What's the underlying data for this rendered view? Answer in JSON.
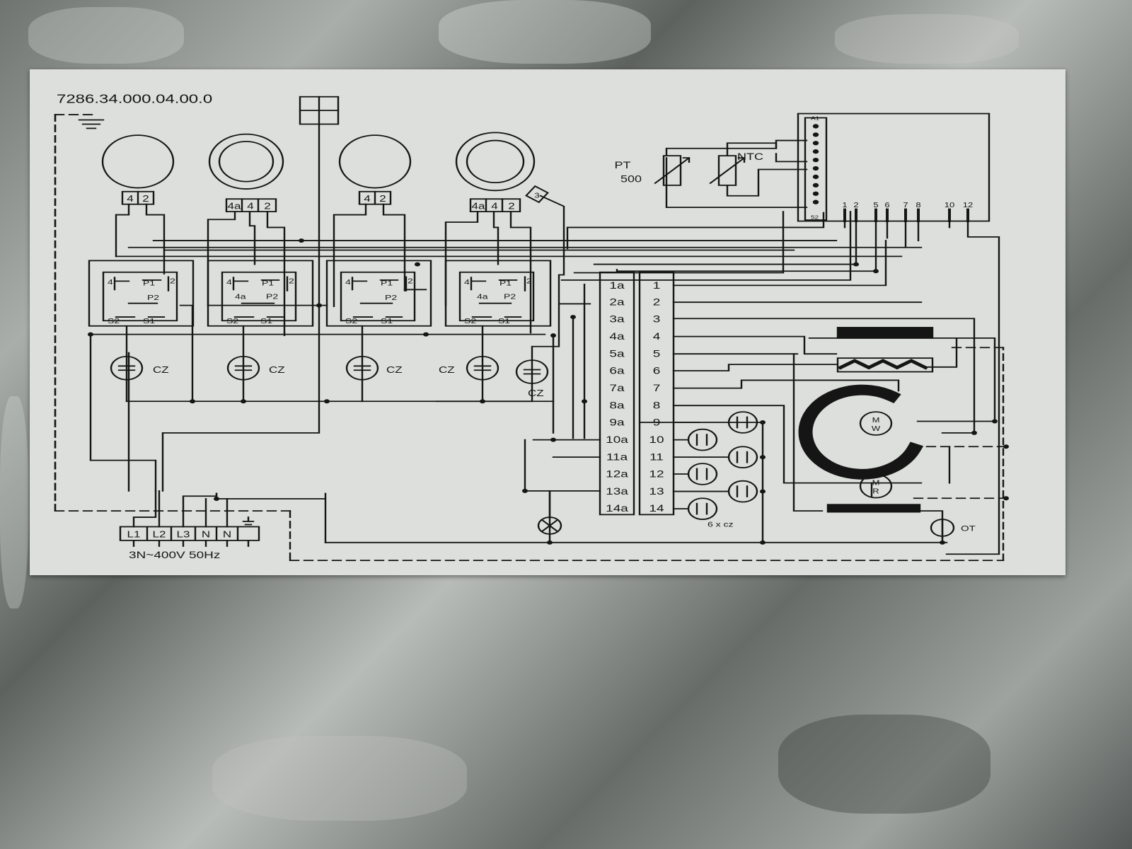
{
  "document_code": "7286.34.000.04.00.0",
  "burners": [
    {
      "terminals": [
        "4",
        "2"
      ],
      "capacitor": "CZ"
    },
    {
      "terminals": [
        "4a",
        "4",
        "2"
      ],
      "capacitor": "CZ"
    },
    {
      "terminals": [
        "4",
        "2"
      ],
      "capacitor": "CZ"
    },
    {
      "terminals": [
        "4a",
        "4",
        "2"
      ],
      "capacitor": "CZ"
    }
  ],
  "burner_extra_capacitor": "CZ",
  "switch_contacts": {
    "top_left": "4",
    "top_right": "2",
    "mid": "P1",
    "mid2": "P2",
    "mid_4a": "4a",
    "bottom_left": "S2",
    "bottom_right": "S1"
  },
  "burner_marker": "3",
  "sensors": {
    "pt_label": "PT",
    "pt_value": "500",
    "ntc_label": "NTC"
  },
  "controller": {
    "top_pin": "A1",
    "bottom_pin": "52",
    "pins": [
      "1",
      "2",
      "5",
      "6",
      "7",
      "8",
      "10",
      "12"
    ]
  },
  "terminal_left": [
    "1a",
    "2a",
    "3a",
    "4a",
    "5a",
    "6a",
    "7a",
    "8a",
    "9a",
    "10a",
    "11a",
    "12a",
    "13a",
    "14a"
  ],
  "terminal_right": [
    "1",
    "2",
    "3",
    "4",
    "5",
    "6",
    "7",
    "8",
    "9",
    "10",
    "11",
    "12",
    "13",
    "14"
  ],
  "oven_capacitors_label": "6 x cz",
  "motor_fan": {
    "line1": "M",
    "line2": "W"
  },
  "motor_rotisserie": {
    "line1": "M",
    "line2": "R"
  },
  "oven_thermostat_label": "OT",
  "supply_terminals": [
    "L1",
    "L2",
    "L3",
    "N",
    "N"
  ],
  "supply_label": "3N~400V 50Hz"
}
